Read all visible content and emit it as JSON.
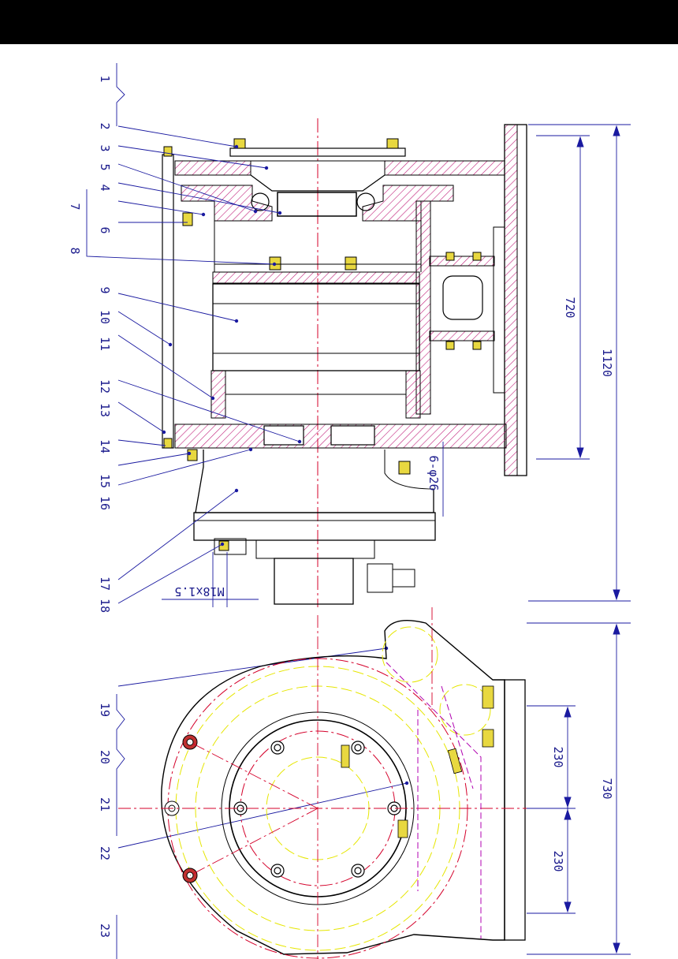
{
  "part_numbers": [
    "1",
    "2",
    "3",
    "5",
    "4",
    "6",
    "7",
    "8",
    "9",
    "10",
    "11",
    "12",
    "13",
    "14",
    "15",
    "16",
    "17",
    "18",
    "19",
    "20",
    "21",
    "22",
    "23"
  ],
  "dimensions": {
    "d1120": "1120",
    "d720": "720",
    "holes": "6-φ26",
    "thread": "M18x1.5",
    "d230a": "230",
    "d230b": "230",
    "d730": "730"
  },
  "colors": {
    "outline": "#000000",
    "hatch": "#c0207a",
    "centerline": "#d4002a",
    "hidden": "#e6e600",
    "leader": "#1a1aa0",
    "bolt": "#e8d840",
    "magenta": "#b000b0"
  }
}
